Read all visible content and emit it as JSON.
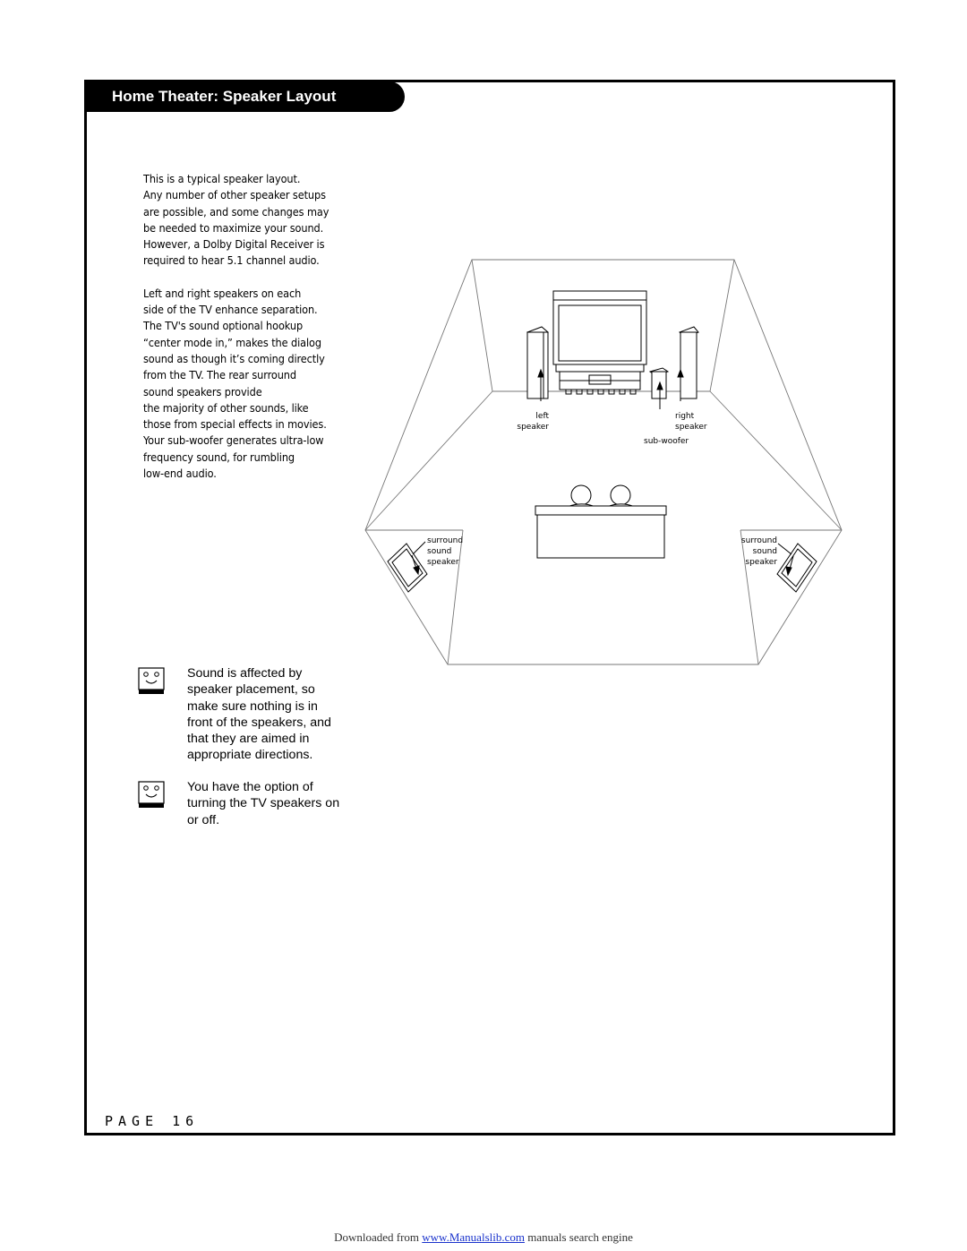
{
  "header": {
    "title": "Home Theater: Speaker Layout"
  },
  "intro": {
    "paragraph1": "This is a typical speaker layout.\nAny number of other speaker setups\nare possible, and some changes may\nbe needed to maximize your sound.\nHowever, a Dolby Digital Receiver is\nrequired to hear 5.1 channel audio.",
    "paragraph2": "Left and right speakers on each\nside of the TV enhance separation.\nThe TV's sound optional hookup\n“center mode in,” makes the dialog\nsound as though it’s coming directly\nfrom the TV. The rear surround\nsound speakers provide\nthe majority of other sounds, like\nthose from special effects in movies.\nYour sub-woofer generates ultra-low\nfrequency sound, for rumbling\nlow-end audio."
  },
  "diagram": {
    "labels": {
      "left_speaker_1": "left",
      "left_speaker_2": "speaker",
      "right_speaker_1": "right",
      "right_speaker_2": "speaker",
      "subwoofer": "sub-woofer",
      "surround_left_1": "surround",
      "surround_left_2": "sound",
      "surround_left_3": "speaker",
      "surround_right_1": "surround",
      "surround_right_2": "sound",
      "surround_right_3": "speaker"
    }
  },
  "notes": [
    {
      "icon": "smiley-face-icon",
      "text": "Sound is affected by\nspeaker placement, so\nmake sure nothing is in\nfront of the speakers, and\nthat they are aimed in\nappropriate directions."
    },
    {
      "icon": "smiley-face-icon",
      "text": "You have the option of\nturning the TV speakers on\nor off."
    }
  ],
  "page": {
    "label": "PAGE 16"
  },
  "footer": {
    "prefix": "Downloaded from ",
    "link": "www.Manualslib.com",
    "suffix": " manuals search engine"
  }
}
